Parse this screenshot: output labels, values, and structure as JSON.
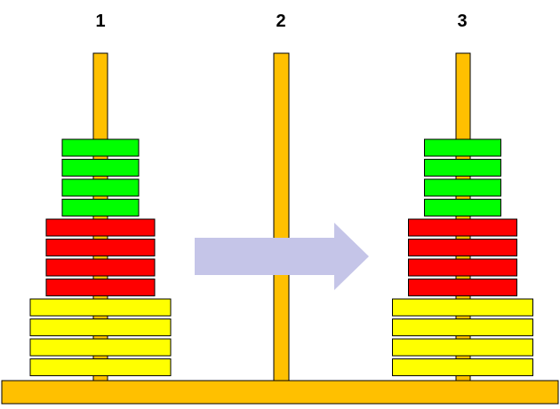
{
  "pegs": [
    {
      "label": "1"
    },
    {
      "label": "2"
    },
    {
      "label": "3"
    }
  ],
  "disk_colors": {
    "green": "#00ff00",
    "red": "#ff0000",
    "yellow": "#ffff00",
    "peg": "#ffc000",
    "outline": "#000000",
    "arrow": "#c5c5e8"
  },
  "stacks": {
    "source": [
      "green",
      "green",
      "green",
      "green",
      "red",
      "red",
      "red",
      "red",
      "yellow",
      "yellow",
      "yellow",
      "yellow"
    ],
    "middle": [],
    "target": [
      "green",
      "green",
      "green",
      "green",
      "red",
      "red",
      "red",
      "red",
      "yellow",
      "yellow",
      "yellow",
      "yellow"
    ]
  },
  "arrow": {
    "icon": "right-arrow-icon",
    "from_peg": "1",
    "to_peg": "3"
  }
}
